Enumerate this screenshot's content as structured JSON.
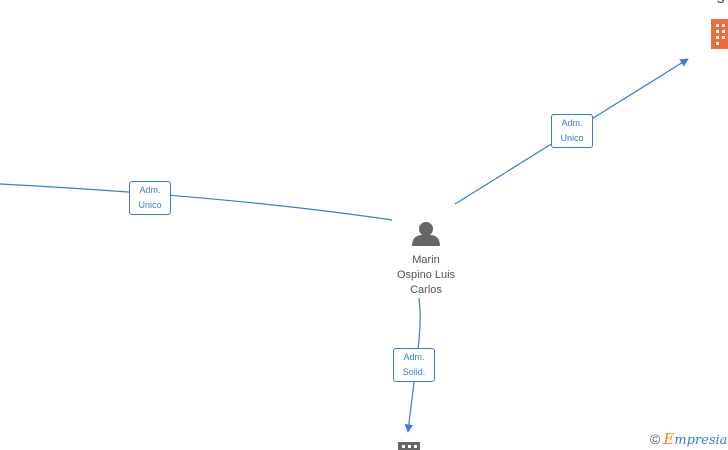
{
  "center_person": {
    "name_lines": [
      "Marin",
      "Ospino Luis",
      "Carlos"
    ],
    "icon": "person-icon"
  },
  "companies": [
    {
      "id": "top-right",
      "icon": "building-icon",
      "color": "#f26a3a",
      "label_fragment": "S"
    },
    {
      "id": "bottom",
      "icon": "building-icon",
      "color": "#666666"
    }
  ],
  "relations": [
    {
      "id": "left",
      "lines": [
        "Adm.",
        "Unico"
      ]
    },
    {
      "id": "top-right",
      "lines": [
        "Adm.",
        "Unico"
      ]
    },
    {
      "id": "bottom",
      "lines": [
        "Adm.",
        "Solid."
      ]
    }
  ],
  "footer": {
    "copyright": "©",
    "brand_first": "E",
    "brand_rest": "mpresia"
  },
  "colors": {
    "edge": "#3a7bd5",
    "person": "#666666"
  }
}
